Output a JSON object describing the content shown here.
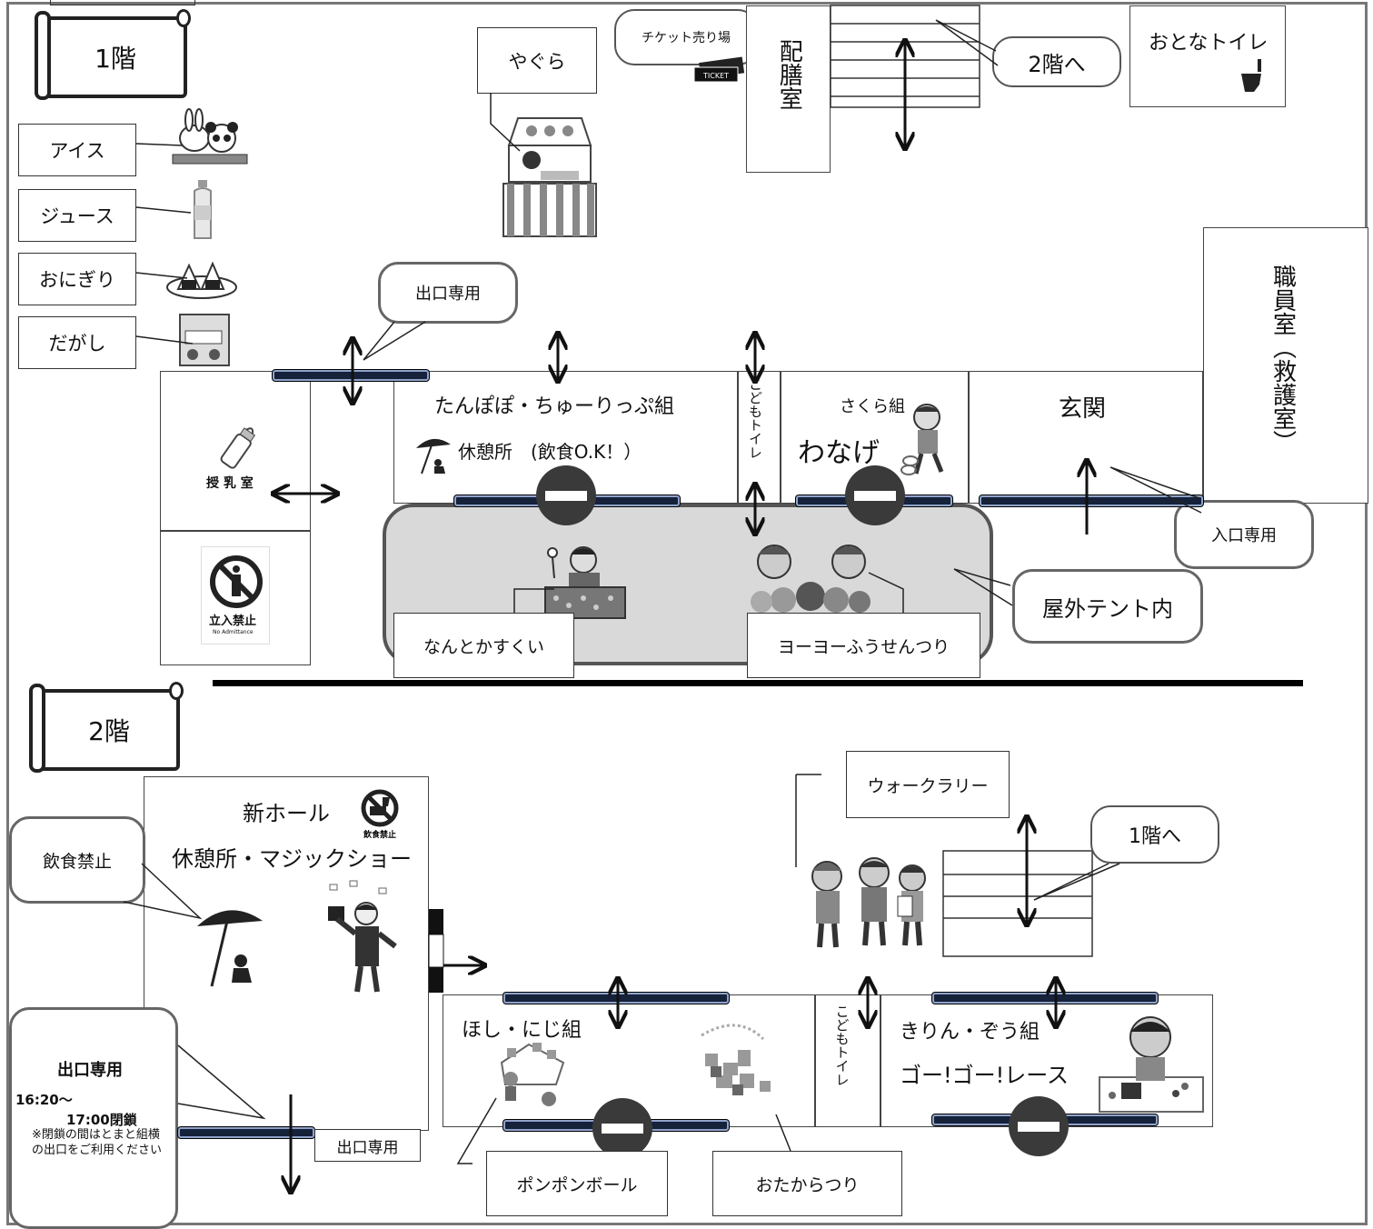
{
  "floor1": {
    "label": "1階",
    "food_labels": {
      "ice": "アイス",
      "juice": "ジュース",
      "onigiri": "おにぎり",
      "dagashi": "だがし"
    },
    "yagura": "やぐら",
    "ticket": "チケット売り場",
    "ticket_icon_text": "TICKET",
    "haizen": "配膳室",
    "to_2f": "2階へ",
    "adult_toilet": "おとなトイレ",
    "staff_room": "職員室（救護室）",
    "exit_only": "出口専用",
    "nursing_room": "授 乳 室",
    "no_entry_sign": "立入禁止",
    "no_entry_sign_en": "No Admittance",
    "tanpopo": "たんぽぽ・ちゅーりっぷ組",
    "rest_area": "休憩所　(飲食O.K！）",
    "kodomo_toilet": "こどもトイレ",
    "sakura": "さくら組",
    "wanage": "わなげ",
    "genkan": "玄関",
    "entrance_only": "入口専用",
    "tent": "屋外テント内",
    "nantoka": "なんとかすくい",
    "yoyo": "ヨーヨーふうせんつり"
  },
  "floor2": {
    "label": "2階",
    "new_hall": "新ホール",
    "hall_sub": "休憩所・マジックショー",
    "no_food_sign": "飲食禁止",
    "no_food_bubble": "飲食禁止",
    "exit_bubble_title": "出口専用",
    "exit_time1": "16:20〜",
    "exit_time2": "17:00閉鎖",
    "exit_note": "※閉鎖の間はとまと組横の出口をご利用ください",
    "exit_only_box": "出口専用",
    "walk_rally": "ウォークラリー",
    "to_1f": "1階へ",
    "hoshi": "ほし・にじ組",
    "kodomo_toilet": "こどもトイレ",
    "kirin": "きりん・ぞう組",
    "race": "ゴー!ゴー!レース",
    "ponpon": "ポンポンボール",
    "otakara": "おたからつり"
  }
}
